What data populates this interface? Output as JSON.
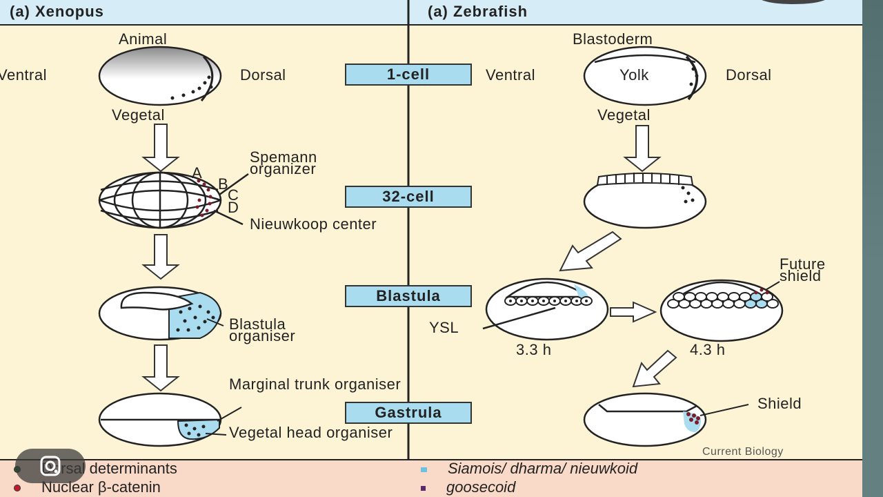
{
  "headers": {
    "left": "(a) Xenopus",
    "right": "(a) Zebrafish"
  },
  "stages": [
    "1-cell",
    "32-cell",
    "Blastula",
    "Gastrula"
  ],
  "xenopus": {
    "animal": "Animal",
    "ventral": "Ventral",
    "dorsal": "Dorsal",
    "vegetal": "Vegetal",
    "spemann": "Spemann organizer",
    "letters": [
      "A",
      "B",
      "C",
      "D"
    ],
    "nieuwkoop": "Nieuwkoop center",
    "blastula_org": "Blastula organiser",
    "marginal_trunk": "Marginal trunk organiser",
    "vegetal_head": "Vegetal head organiser"
  },
  "zebrafish": {
    "blastoderm": "Blastoderm",
    "ventral": "Ventral",
    "yolk": "Yolk",
    "dorsal": "Dorsal",
    "vegetal": "Vegetal",
    "future_shield": "Future shield",
    "ysl": "YSL",
    "time1": "3.3 h",
    "time2": "4.3 h",
    "shield": "Shield"
  },
  "credit": "Current Biology",
  "legend": [
    {
      "text": "Dorsal determinants",
      "color": "#1f5a2a",
      "italic": false
    },
    {
      "text": "Nuclear β-catenin",
      "color": "#c21b2d",
      "italic": false
    },
    {
      "text": "Siamois/ dharma/ nieuwkoid",
      "color": "#6cc2e0",
      "italic": true
    },
    {
      "text": "goosecoid",
      "color": "#5a2a6a",
      "italic": true
    }
  ],
  "colors": {
    "background": "#fdf4d6",
    "header": "#d6ecf6",
    "stage_box": "#a9dcef",
    "legend_bg": "#f9d9c8",
    "expression_blue": "#a9dcef"
  },
  "icons": [
    "google-lens-icon"
  ]
}
